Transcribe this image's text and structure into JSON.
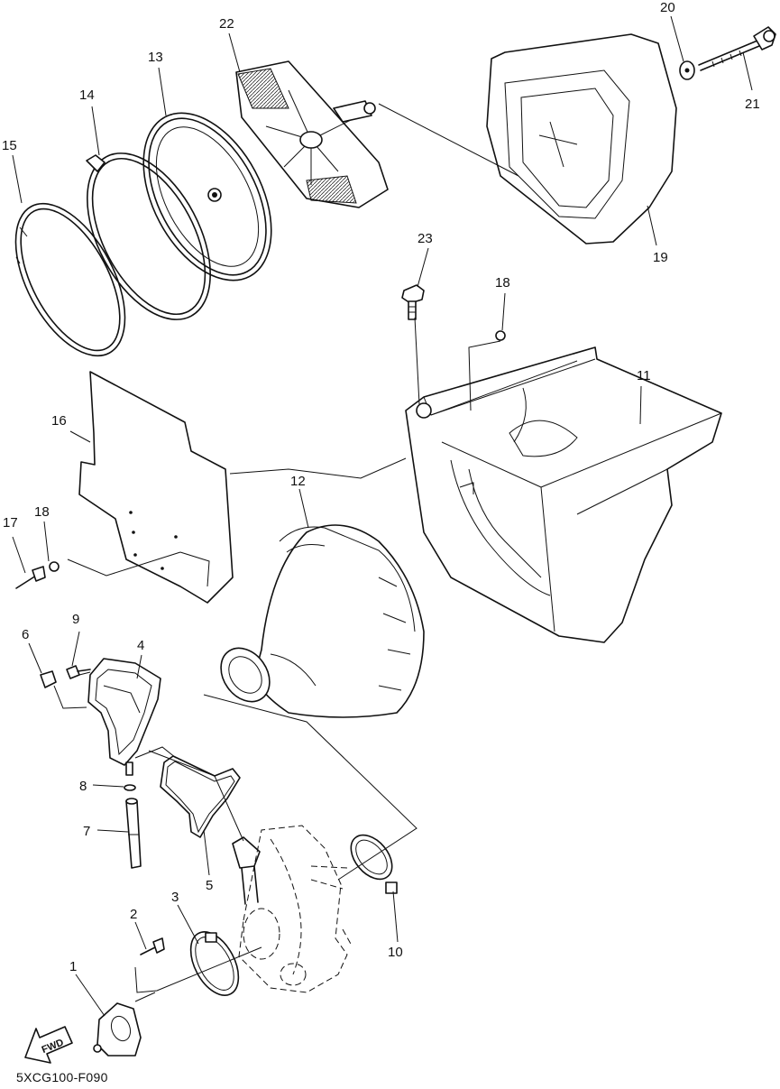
{
  "diagram_code": "5XCG100-F090",
  "fwd_label": "FWD",
  "callouts": [
    {
      "id": "c1",
      "text": "1"
    },
    {
      "id": "c2",
      "text": "2"
    },
    {
      "id": "c3",
      "text": "3"
    },
    {
      "id": "c4",
      "text": "4"
    },
    {
      "id": "c5",
      "text": "5"
    },
    {
      "id": "c6",
      "text": "6"
    },
    {
      "id": "c7",
      "text": "7"
    },
    {
      "id": "c8",
      "text": "8"
    },
    {
      "id": "c9",
      "text": "9"
    },
    {
      "id": "c10",
      "text": "10"
    },
    {
      "id": "c11",
      "text": "11"
    },
    {
      "id": "c12",
      "text": "12"
    },
    {
      "id": "c13",
      "text": "13"
    },
    {
      "id": "c14",
      "text": "14"
    },
    {
      "id": "c15",
      "text": "15"
    },
    {
      "id": "c16",
      "text": "16"
    },
    {
      "id": "c17",
      "text": "17"
    },
    {
      "id": "c18a",
      "text": "18"
    },
    {
      "id": "c18b",
      "text": "18"
    },
    {
      "id": "c19",
      "text": "19"
    },
    {
      "id": "c20",
      "text": "20"
    },
    {
      "id": "c21",
      "text": "21"
    },
    {
      "id": "c22",
      "text": "22"
    },
    {
      "id": "c23",
      "text": "23"
    }
  ]
}
